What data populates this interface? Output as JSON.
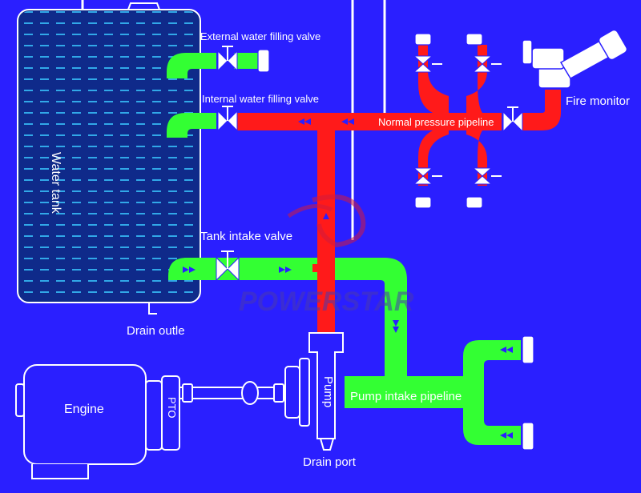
{
  "labels": {
    "external_valve": "External water filling valve",
    "internal_valve": "Internal water filling valve",
    "water_tank": "Water tank",
    "normal_pipeline": "Normal pressure pipeline",
    "fire_monitor": "Fire monitor",
    "tank_intake_valve": "Tank intake valve",
    "drain_outlet": "Drain outle",
    "pump": "Pump",
    "pump_intake_pipeline": "Pump intake pipeline",
    "engine": "Engine",
    "pto": "PTO",
    "drain_port": "Drain port"
  },
  "watermark": {
    "text": "POWERSTAR"
  },
  "colors": {
    "background": "#2a1fff",
    "pressure_pipe": "#ff1a1a",
    "intake_pipe": "#33ff33",
    "tank_fill": "#0f2a8a",
    "line": "#ffffff"
  }
}
